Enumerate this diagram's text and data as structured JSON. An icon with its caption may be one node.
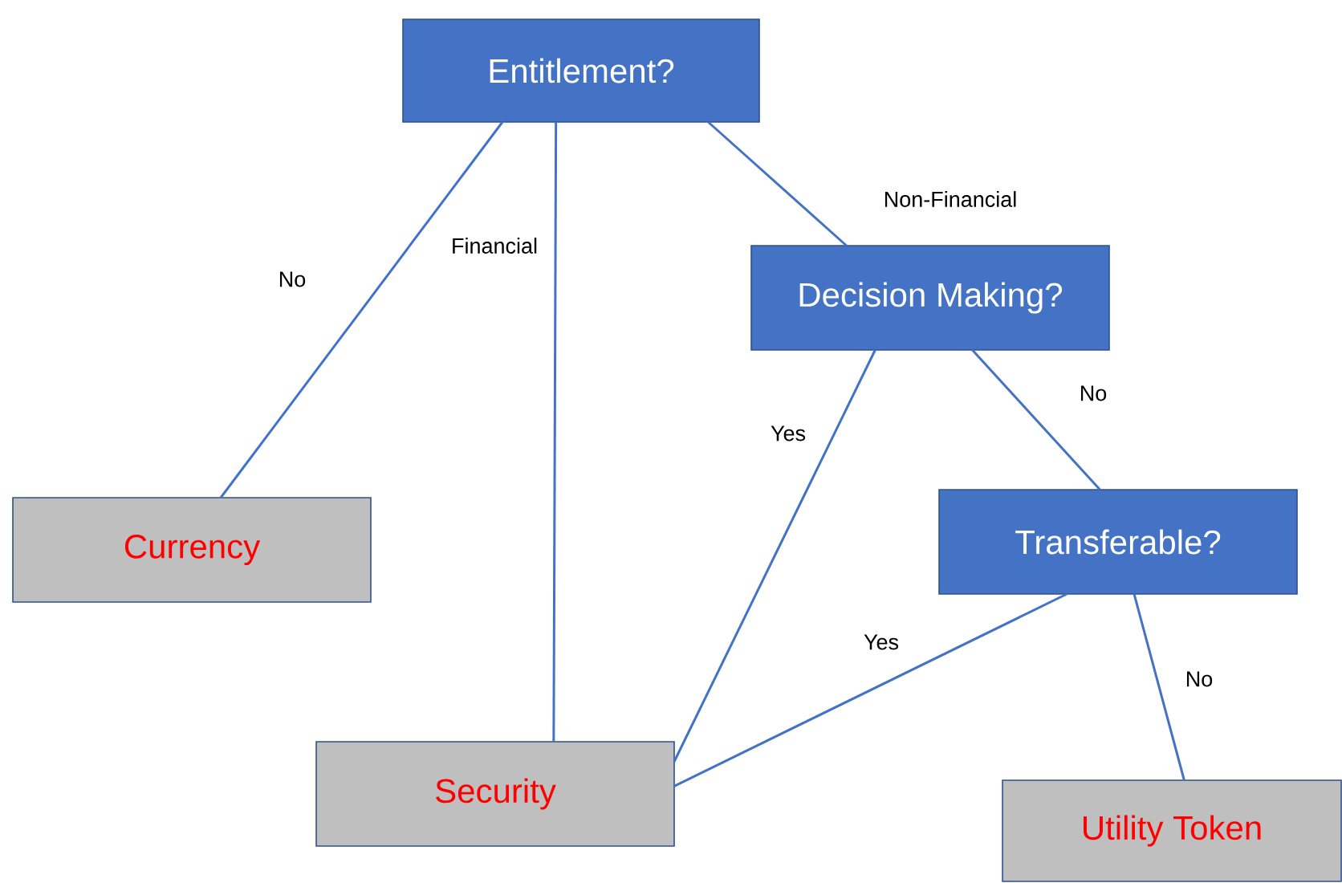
{
  "diagram": {
    "nodes": [
      {
        "text": [
          "Entitlement?"
        ]
      },
      {
        "text": [
          "Decision Making?"
        ]
      },
      {
        "text": [
          "Transferable?"
        ]
      },
      {
        "text": [
          "Currency"
        ]
      },
      {
        "text": [
          "Security"
        ]
      },
      {
        "text": [
          "Utility Token"
        ]
      }
    ],
    "edges": [
      {
        "from": 0,
        "to": 3,
        "arrow": "none",
        "label": "No"
      },
      {
        "from": 0,
        "to": 4,
        "arrow": "none",
        "label": "Financial"
      },
      {
        "from": 0,
        "to": 1,
        "arrow": "none",
        "label": "Non-Financial"
      },
      {
        "from": 1,
        "to": 4,
        "arrow": "none",
        "label": "Yes"
      },
      {
        "from": 1,
        "to": 2,
        "arrow": "none",
        "label": "No"
      },
      {
        "from": 2,
        "to": 4,
        "arrow": "none",
        "label": "Yes"
      },
      {
        "from": 2,
        "to": 5,
        "arrow": "none",
        "label": "No"
      }
    ]
  }
}
